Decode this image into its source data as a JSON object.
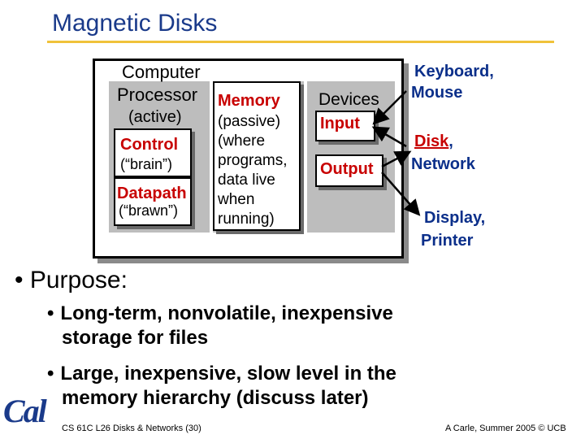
{
  "slide": {
    "title": "Magnetic Disks"
  },
  "diagram": {
    "computer_label": "Computer",
    "processor_label": "Processor",
    "processor_state": "(active)",
    "control_label": "Control",
    "control_note": "(“brain”)",
    "datapath_label": "Datapath",
    "datapath_note": "(“brawn”)",
    "memory_label": "Memory",
    "memory_desc": [
      "(passive)",
      "(where",
      "programs,",
      "data live",
      "when",
      "running)"
    ],
    "devices_label": "Devices",
    "input_label": "Input",
    "output_label": "Output",
    "keyboard_label": "Keyboard,",
    "mouse_label": "Mouse",
    "disk_label": "Disk",
    "disk_comma": ",",
    "network_label": "Network",
    "display_label": "Display,",
    "printer_label": "Printer"
  },
  "bullets": {
    "main_bullet_symbol": "•",
    "main": "Purpose:",
    "sub_bullet_symbol": "•",
    "sub1_line1": "Long-term, nonvolatile, inexpensive",
    "sub1_line2": "storage for files",
    "sub2_line1": "Large, inexpensive, slow level in the",
    "sub2_line2": "memory hierarchy (discuss later)"
  },
  "footer": {
    "left": "CS 61C L26 Disks & Networks (30)",
    "right": "A Carle, Summer 2005 © UCB",
    "logo_text": "Cal"
  },
  "colors": {
    "title": "#1a3a8a",
    "accent_rule": "#f0c23a",
    "red_text": "#c80000",
    "blue_text": "#0b2f8a",
    "panel_gray": "#bdbdbd"
  }
}
